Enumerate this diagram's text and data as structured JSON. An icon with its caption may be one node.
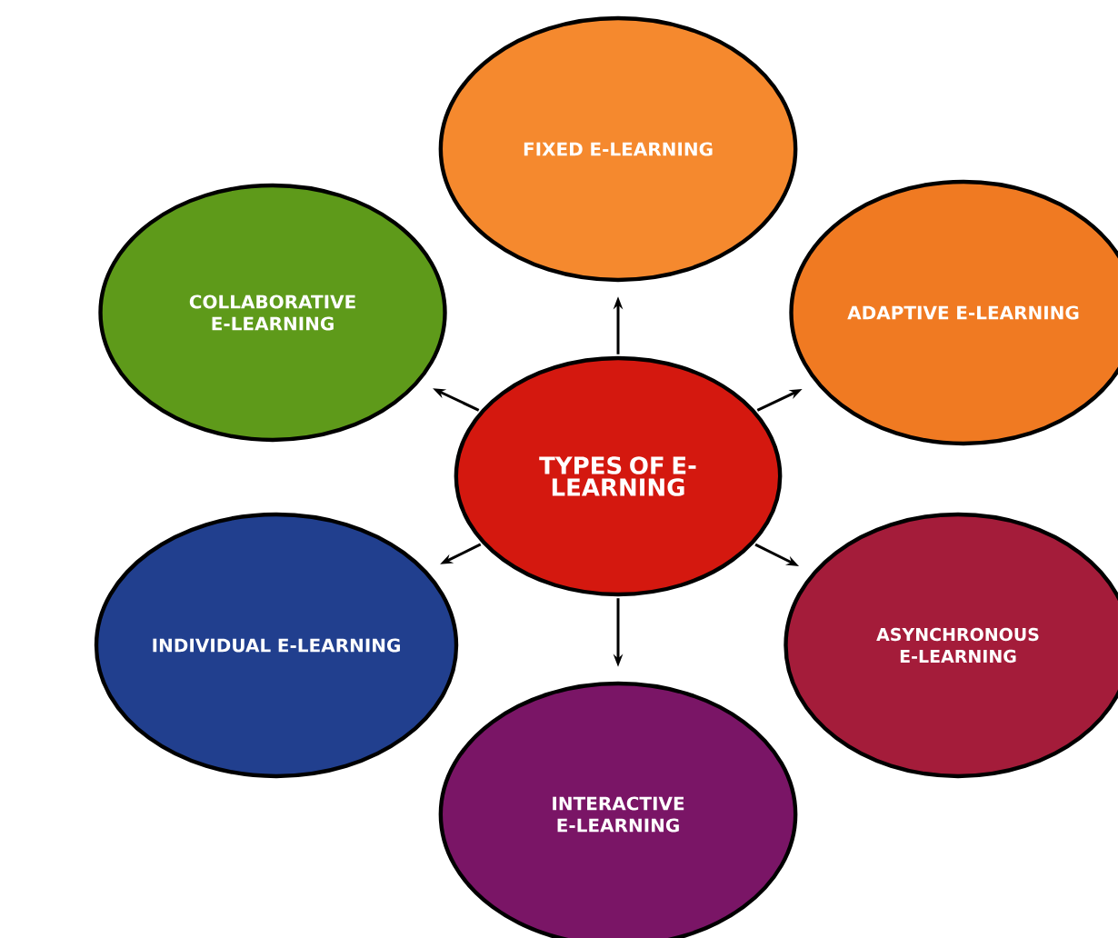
{
  "diagram": {
    "nodes": [
      {
        "text": [
          "FIXED E-LEARNING"
        ]
      },
      {
        "text": [
          "COLLABORATIVE E-LEARNING"
        ]
      },
      {
        "text": [
          "ADAPTIVE E-LEARNING"
        ]
      },
      {
        "text": [
          "TYPES OF E-LEARNING"
        ]
      },
      {
        "text": [
          "INDIVIDUAL E-LEARNING"
        ]
      },
      {
        "text": [
          "ASYNCHRONOUS E-LEARNING"
        ]
      },
      {
        "text": [
          "INTERACTIVE E-LEARNING"
        ]
      }
    ],
    "edges": [
      {
        "from": 3,
        "to": 0,
        "arrow": "to"
      },
      {
        "from": 3,
        "to": 1,
        "arrow": "to"
      },
      {
        "from": 3,
        "to": 2,
        "arrow": "to"
      },
      {
        "from": 3,
        "to": 4,
        "arrow": "to"
      },
      {
        "from": 3,
        "to": 5,
        "arrow": "to"
      },
      {
        "from": 3,
        "to": 6,
        "arrow": "to"
      }
    ]
  }
}
